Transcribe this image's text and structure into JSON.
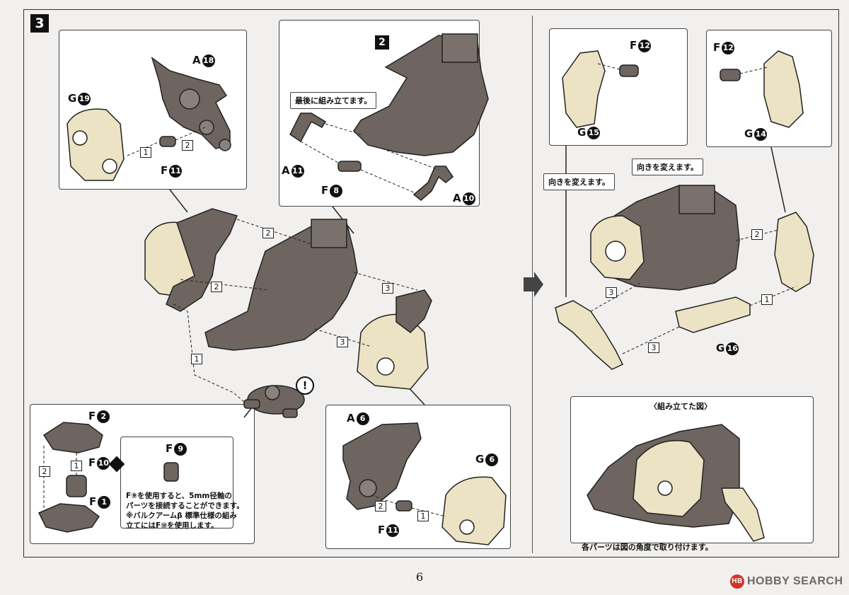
{
  "step": {
    "number": "3"
  },
  "substep": {
    "number": "2"
  },
  "labels": {
    "a18": {
      "letter": "A",
      "num": "18"
    },
    "g19": {
      "letter": "G",
      "num": "19"
    },
    "f11_top": {
      "letter": "F",
      "num": "11"
    },
    "a11": {
      "letter": "A",
      "num": "11"
    },
    "f8": {
      "letter": "F",
      "num": "8"
    },
    "a10": {
      "letter": "A",
      "num": "10"
    },
    "f2": {
      "letter": "F",
      "num": "2"
    },
    "f10": {
      "letter": "F",
      "num": "10"
    },
    "f9": {
      "letter": "F",
      "num": "9"
    },
    "f1": {
      "letter": "F",
      "num": "1"
    },
    "a6": {
      "letter": "A",
      "num": "6"
    },
    "g6": {
      "letter": "G",
      "num": "6"
    },
    "f11_bottom": {
      "letter": "F",
      "num": "11"
    },
    "f12_left": {
      "letter": "F",
      "num": "12"
    },
    "f12_right": {
      "letter": "F",
      "num": "12"
    },
    "g15": {
      "letter": "G",
      "num": "15"
    },
    "g14": {
      "letter": "G",
      "num": "14"
    },
    "g16": {
      "letter": "G",
      "num": "16"
    }
  },
  "tags": {
    "last_assemble": "最後に組み立てます。",
    "change_dir_1": "向きを変えます。",
    "change_dir_2": "向きを変えます。",
    "assembled_view": "〈組み立てた図〉",
    "attach_angle": "各パーツは図の角度で取り付けます。"
  },
  "note": {
    "line1": "F⑨を使用すると、5mm径軸の",
    "line2": "パーツを接続することができます。",
    "line3": "※バルクアームβ 標準仕様の組み",
    "line4": "立てにはF⑩を使用します。"
  },
  "seq": {
    "s1": "1",
    "s2": "2",
    "s3": "3"
  },
  "warning": "!",
  "page_number": "6",
  "watermark": {
    "logo": "HB",
    "text": "HOBBY SEARCH"
  },
  "colors": {
    "cream": "#ece3c4",
    "dark": "#6e6560",
    "outline": "#222222"
  }
}
